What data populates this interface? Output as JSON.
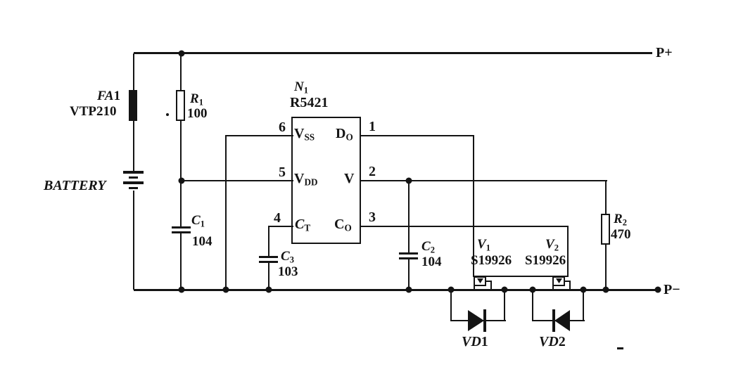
{
  "colors": {
    "ink": "#141414",
    "paper": "#ffffff"
  },
  "terminals": {
    "positive": "P+",
    "negative": "P−"
  },
  "battery": {
    "label": "BATTERY"
  },
  "fuse": {
    "ref": "FA",
    "num": "1",
    "model": "VTP210"
  },
  "resistors": {
    "r1": {
      "ref": "R",
      "sub": "1",
      "value": "100"
    },
    "r2": {
      "ref": "R",
      "sub": "2",
      "value": "470"
    }
  },
  "capacitors": {
    "c1": {
      "ref": "C",
      "sub": "1",
      "value": "104"
    },
    "c2": {
      "ref": "C",
      "sub": "2",
      "value": "104"
    },
    "c3": {
      "ref": "C",
      "sub": "3",
      "value": "103"
    }
  },
  "ic": {
    "ref": "N",
    "ref_sub": "1",
    "model": "R5421",
    "pins_left": [
      {
        "num": "6",
        "name": "V",
        "name_sub": "SS"
      },
      {
        "num": "5",
        "name": "V",
        "name_sub": "DD"
      },
      {
        "num": "4",
        "name": "C",
        "name_sub": "T"
      }
    ],
    "pins_right": [
      {
        "num": "1",
        "name": "D",
        "name_sub": "O"
      },
      {
        "num": "2",
        "name": "V",
        "name_sub": ""
      },
      {
        "num": "3",
        "name": "C",
        "name_sub": "O"
      }
    ]
  },
  "mosfets": {
    "v1": {
      "ref": "V",
      "sub": "1",
      "model": "S19926"
    },
    "v2": {
      "ref": "V",
      "sub": "2",
      "model": "S19926"
    }
  },
  "diodes": {
    "vd1": {
      "ref": "VD",
      "num": "1"
    },
    "vd2": {
      "ref": "VD",
      "num": "2"
    }
  }
}
